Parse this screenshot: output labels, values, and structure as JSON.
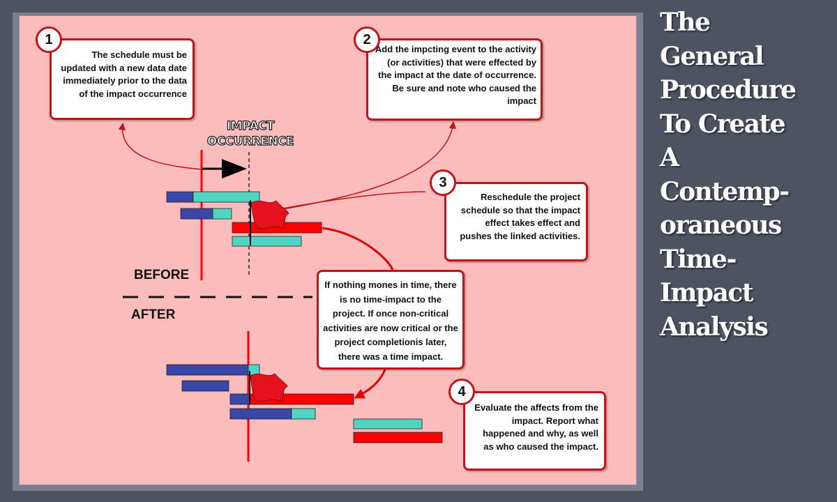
{
  "title_lines": [
    "The",
    "General",
    "Procedure",
    "To Create",
    "A",
    "Contemp-",
    "oraneous",
    "Time-",
    "Impact",
    "Analysis"
  ],
  "impact_label_lines": [
    "IMPACT",
    "OCCURRENCE"
  ],
  "before_label": "BEFORE",
  "after_label": "AFTER",
  "steps": [
    {
      "number": "1",
      "text": "The schedule must be updated with a new data date immediately prior to the data of the impact occurrence"
    },
    {
      "number": "2",
      "text": "Add the impcting event to the activity (or activities) that were effected by the impact at the date of occurrence. Be sure and note who caused the impact"
    },
    {
      "number": "3",
      "text": "Reschedule the project schedule so that the impact effect takes effect and pushes the linked activities."
    },
    {
      "number": "4",
      "text": "Evaluate the affects from the impact. Report what happened and why, as well as who caused the impact."
    }
  ],
  "note_text": "If nothing mones in time, there is no time-impact to the project. If once non-critical activities are now critical or the project completionis later, there was a time impact.",
  "colors": {
    "blue": "#3a47a8",
    "teal": "#4fd6c2",
    "red": "#ff0000",
    "border": "#c0141a",
    "background": "#fdbcbc"
  }
}
